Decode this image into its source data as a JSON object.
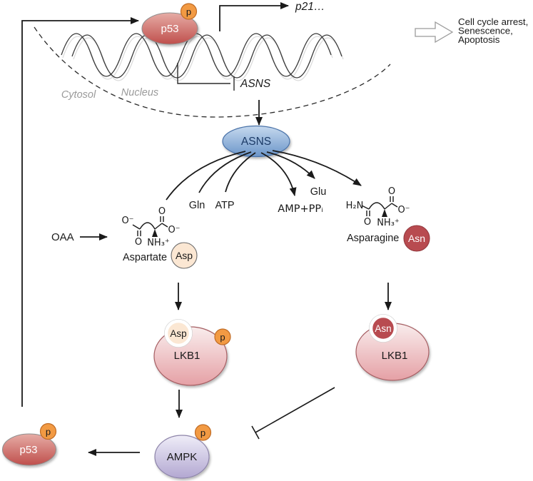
{
  "figure": {
    "nucleus": {
      "p53_label": "p53",
      "phospho_badge": "p",
      "p21_label": "p21…",
      "asns_gene_label": "ASNS",
      "cytosol_label": "Cytosol",
      "nucleus_label": "Nucleus"
    },
    "outcome_lines": [
      "Cell cycle arrest,",
      "Senescence,",
      "Apoptosis"
    ],
    "asns_enzyme_label": "ASNS",
    "reaction": {
      "gln_label": "Gln",
      "atp_label": "ATP",
      "glu_label": "Glu",
      "amp_ppi_label": "AMP+PPᵢ",
      "oaa_label": "OAA"
    },
    "aspartate": {
      "name_label": "Aspartate",
      "badge_label": "Asp",
      "atoms": {
        "carboxylate_left": "O⁻",
        "carbonyl_o": "O",
        "ammonium": "NH₃⁺",
        "carbonyl_top": "O",
        "carboxylate_right": "O⁻"
      }
    },
    "asparagine": {
      "name_label": "Asparagine",
      "badge_label": "Asn",
      "atoms": {
        "amide": "H₂N",
        "carbonyl_o": "O",
        "ammonium": "NH₃⁺",
        "carbonyl_top": "O",
        "carboxylate_right": "O⁻"
      }
    },
    "lkb1_asp": {
      "label": "LKB1",
      "cargo_badge": "Asp",
      "phospho_badge": "p"
    },
    "lkb1_asn": {
      "label": "LKB1",
      "cargo_badge": "Asn"
    },
    "ampk": {
      "label": "AMPK",
      "phospho_badge": "p"
    },
    "p53_cytosolic": {
      "label": "p53",
      "phospho_badge": "p"
    },
    "colors": {
      "p53_top": "#e0a29b",
      "p53_bottom": "#c0504d",
      "asns_top": "#c1d5ec",
      "asns_bottom": "#6b95c9",
      "lkb1_top": "#f9ecec",
      "lkb1_bottom": "#e5a0a5",
      "ampk_top": "#eeecf7",
      "ampk_bottom": "#b3a8d2",
      "phospho": "#f29a43",
      "asp_badge": "#fbe7d3",
      "asn_badge": "#b84b50",
      "amide_red": "#cc4f4a"
    }
  }
}
